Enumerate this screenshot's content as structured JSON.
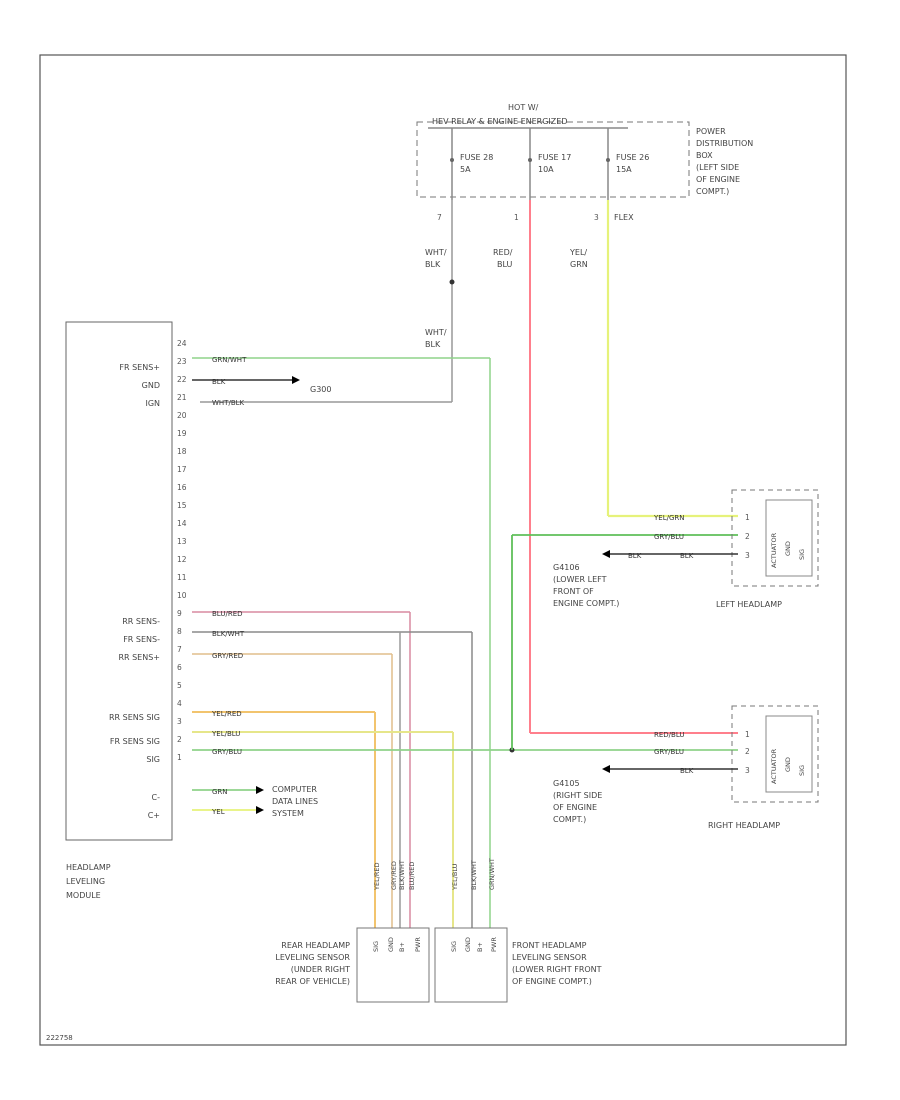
{
  "hot": {
    "line1": "HOT W/",
    "line2": "HEV RELAY & ENGINE ENERGIZED"
  },
  "pdb": {
    "lines": [
      "POWER",
      "DISTRIBUTION",
      "BOX",
      "(LEFT SIDE",
      "OF ENGINE",
      "COMPT.)"
    ]
  },
  "fuses": [
    {
      "name": "FUSE 28",
      "amps": "5A"
    },
    {
      "name": "FUSE 17",
      "amps": "10A"
    },
    {
      "name": "FUSE 26",
      "amps": "15A"
    }
  ],
  "fuse_pins": [
    "7",
    "1",
    "3"
  ],
  "fuse_pin_label": "FLEX",
  "wire_labels": {
    "w1a": "WHT/",
    "w1b": "BLK",
    "w2a": "RED/",
    "w2b": "BLU",
    "w3a": "YEL/",
    "w3b": "GRN",
    "w4a": "WHT/",
    "w4b": "BLK"
  },
  "module": {
    "name_lines": [
      "HEADLAMP",
      "LEVELING",
      "MODULE"
    ],
    "pins": [
      "24",
      "23",
      "22",
      "21",
      "20",
      "19",
      "18",
      "17",
      "16",
      "15",
      "14",
      "13",
      "12",
      "11",
      "10",
      "9",
      "8",
      "7",
      "6",
      "5",
      "4",
      "3",
      "2",
      "1"
    ],
    "pin_functions": {
      "fr_sens_plus": "FR SENS+",
      "gnd": "GND",
      "ign": "IGN",
      "rr_sens_minus": "RR SENS-",
      "fr_sens_minus": "FR SENS-",
      "rr_sens_plus": "RR SENS+",
      "rr_sens_sig": "RR SENS SIG",
      "fr_sens_sig": "FR SENS SIG",
      "sig": "SIG",
      "c_minus": "C-",
      "c_plus": "C+"
    }
  },
  "wires": {
    "grn_wht": "GRN/WHT",
    "blk": "BLK",
    "wht_blk": "WHT/BLK",
    "blu_red": "BLU/RED",
    "blk_wht": "BLK/WHT",
    "gry_red": "GRY/RED",
    "yel_red": "YEL/RED",
    "yel_blu": "YEL/BLU",
    "gry_blu": "GRY/BLU",
    "grn": "GRN",
    "yel": "YEL",
    "yel_grn": "YEL/GRN",
    "red_blu": "RED/BLU"
  },
  "grounds": {
    "g_main": "G300",
    "g_left_lines": [
      "G4106",
      "(LOWER LEFT",
      "FRONT OF",
      "ENGINE COMPT.)"
    ],
    "g_right_lines": [
      "G4105",
      "(RIGHT SIDE",
      "OF ENGINE",
      "COMPT.)"
    ]
  },
  "computer_lines": [
    "COMPUTER",
    "DATA LINES",
    "SYSTEM"
  ],
  "left_headlamp": "LEFT HEADLAMP",
  "right_headlamp": "RIGHT HEADLAMP",
  "headlamp_pins": [
    "1",
    "2",
    "3"
  ],
  "headlamp_inner": [
    "ACTUATOR",
    "GND",
    "SIG"
  ],
  "rear_sensor": {
    "lines": [
      "REAR HEADLAMP",
      "LEVELING SENSOR",
      "(UNDER RIGHT",
      "REAR OF VEHICLE)"
    ],
    "pins": [
      "SIG",
      "GND",
      "B+",
      "PWR"
    ],
    "wire_tags": [
      "YEL/RED",
      "GRY/RED",
      "BLK/WHT",
      "BLU/RED"
    ]
  },
  "front_sensor": {
    "lines": [
      "FRONT HEADLAMP",
      "LEVELING SENSOR",
      "(LOWER RIGHT FRONT",
      "OF ENGINE COMPT.)"
    ],
    "pins": [
      "SIG",
      "GND",
      "B+",
      "PWR"
    ],
    "wire_tags": [
      "YEL/BLU",
      "BLK/WHT",
      "GRN/WHT"
    ]
  },
  "figure_id": "222758",
  "colors": {
    "red": "#ff7f8c",
    "yellow": "#e6f27a",
    "green": "#8fd38a",
    "gray": "#8a8a8a",
    "orange": "#f2c46e",
    "tan": "#e1be8c",
    "pink": "#d88aa0"
  }
}
